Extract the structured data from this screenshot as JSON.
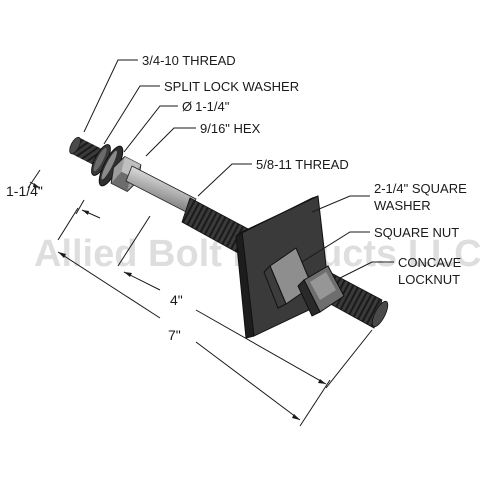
{
  "callouts": {
    "thread_large": "3/4-10 THREAD",
    "split_lock_washer": "SPLIT LOCK WASHER",
    "diameter_symbol": "Ø",
    "diameter_value": "1-1/4\"",
    "hex": "9/16\" HEX",
    "thread_small": "5/8-11 THREAD",
    "square_washer_line1": "2-1/4\" SQUARE",
    "square_washer_line2": "WASHER",
    "square_nut": "SQUARE NUT",
    "locknut_line1": "CONCAVE",
    "locknut_line2": "LOCKNUT"
  },
  "dimensions": {
    "end_length": "1-1/4\"",
    "thread_length": "4\"",
    "overall_length": "7\""
  },
  "watermark": "Allied Bolt Products LLC",
  "colors": {
    "metal_dark": "#2a2a2a",
    "metal_mid": "#555555",
    "metal_light": "#bdbdbd",
    "line": "#1a1a1a"
  }
}
